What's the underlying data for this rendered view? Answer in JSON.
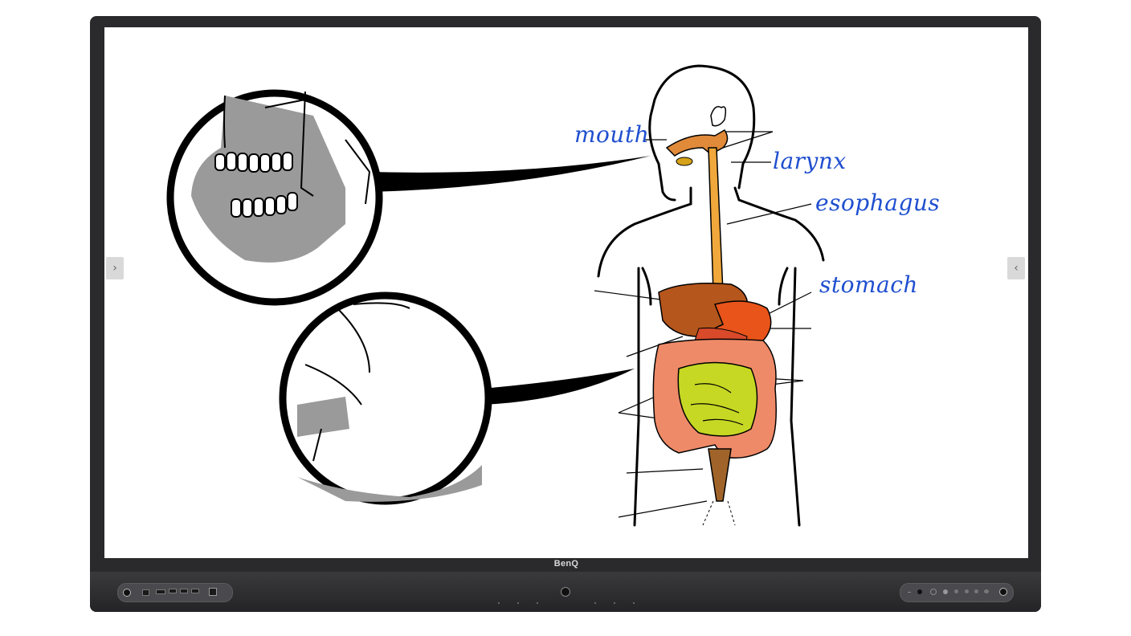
{
  "device": {
    "brand": "BenQ",
    "accent_label_color": "#1f4fcf"
  },
  "diagram": {
    "labels": {
      "mouth": "mouth",
      "larynx": "larynx",
      "esophagus": "esophagus",
      "stomach": "stomach"
    }
  },
  "navigation": {
    "left_arrow_icon": "chevron-right",
    "right_arrow_icon": "chevron-left",
    "left_arrow_glyph": "›",
    "right_arrow_glyph": "‹"
  },
  "controls": {
    "left_pill_icons": [
      "power-icon",
      "usb-c-icon",
      "hdmi-icon",
      "usb-a-icon",
      "usb-a-icon",
      "usb-a-icon",
      "nfc-icon"
    ],
    "right_pill_icons": [
      "minus-icon",
      "record-icon",
      "circle-icon",
      "home-icon",
      "back-icon",
      "dot-icon",
      "dot-icon",
      "volume-icon",
      "power-icon"
    ]
  }
}
